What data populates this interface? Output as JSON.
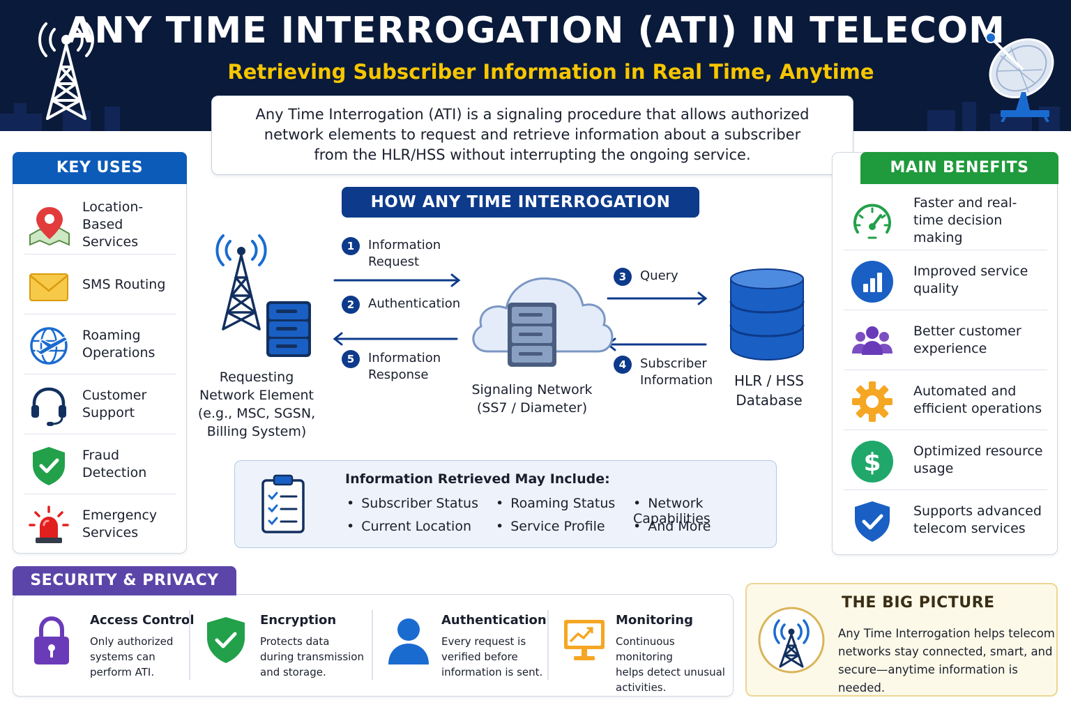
{
  "header": {
    "title": "ANY TIME INTERROGATION (ATI) IN TELECOM",
    "subtitle": "Retrieving Subscriber Information in Real Time, Anytime"
  },
  "intro": {
    "line1": "Any Time Interrogation (ATI) is a signaling procedure that allows authorized",
    "line2": "network elements to request and retrieve information about a subscriber",
    "line3": "from the HLR/HSS without interrupting the ongoing service."
  },
  "key_uses": {
    "title": "KEY USES",
    "items": [
      {
        "label": "Location-Based Services",
        "icon": "map-pin-icon"
      },
      {
        "label": "SMS Routing",
        "icon": "envelope-icon"
      },
      {
        "label": "Roaming Operations",
        "icon": "globe-plane-icon"
      },
      {
        "label": "Customer Support",
        "icon": "headset-icon"
      },
      {
        "label": "Fraud Detection",
        "icon": "shield-check-icon"
      },
      {
        "label": "Emergency Services",
        "icon": "siren-icon"
      }
    ]
  },
  "benefits": {
    "title": "MAIN BENEFITS",
    "items": [
      {
        "label": "Faster and real-time decision making",
        "icon": "speedometer-icon"
      },
      {
        "label": "Improved service quality",
        "icon": "bar-chart-icon"
      },
      {
        "label": "Better customer experience",
        "icon": "people-icon"
      },
      {
        "label": "Automated and efficient operations",
        "icon": "gear-icon"
      },
      {
        "label": "Optimized resource usage",
        "icon": "dollar-icon"
      },
      {
        "label": "Supports advanced telecom services",
        "icon": "shield-check-icon"
      }
    ]
  },
  "how": {
    "title": "HOW ANY TIME INTERROGATION WORKS",
    "requester": {
      "line1": "Requesting",
      "line2": "Network Element",
      "line3": "(e.g., MSC, SGSN,",
      "line4": "Billing System)"
    },
    "network": {
      "line1": "Signaling Network",
      "line2": "(SS7 / Diameter)"
    },
    "database": {
      "line1": "HLR / HSS",
      "line2": "Database"
    },
    "steps": [
      {
        "num": "1",
        "line1": "Information",
        "line2": "Request"
      },
      {
        "num": "2",
        "line1": "Authentication",
        "line2": ""
      },
      {
        "num": "3",
        "line1": "Query",
        "line2": ""
      },
      {
        "num": "4",
        "line1": "Subscriber",
        "line2": "Information"
      },
      {
        "num": "5",
        "line1": "Information",
        "line2": "Response"
      }
    ]
  },
  "info": {
    "title": "Information Retrieved May Include:",
    "items": [
      "Subscriber Status",
      "Roaming Status",
      "Network Capabilities",
      "Current Location",
      "Service Profile",
      "And More"
    ]
  },
  "security": {
    "title": "SECURITY & PRIVACY",
    "items": [
      {
        "title": "Access Control",
        "desc1": "Only authorized",
        "desc2": "systems can",
        "desc3": "perform ATI.",
        "icon": "padlock-icon"
      },
      {
        "title": "Encryption",
        "desc1": "Protects data",
        "desc2": "during transmission",
        "desc3": "and storage.",
        "icon": "shield-check-icon"
      },
      {
        "title": "Authentication",
        "desc1": "Every request is",
        "desc2": "verified before",
        "desc3": "information is sent.",
        "icon": "user-icon"
      },
      {
        "title": "Monitoring",
        "desc1": "Continuous monitoring",
        "desc2": "helps detect unusual",
        "desc3": "activities.",
        "icon": "monitor-chart-icon"
      }
    ]
  },
  "big_picture": {
    "title": "THE BIG PICTURE",
    "line1": "Any Time Interrogation helps telecom",
    "line2": "networks stay connected, smart, and",
    "line3": "secure—anytime information is needed."
  },
  "colors": {
    "header_bg": "#0a1a3a",
    "subtitle": "#f7c600",
    "key_uses_head": "#0d5bb8",
    "benefits_head": "#1f9a3c",
    "security_head": "#5b45a8",
    "how_head": "#0d3a8a"
  }
}
